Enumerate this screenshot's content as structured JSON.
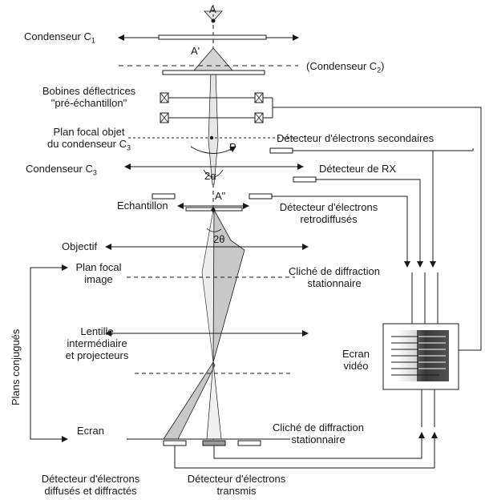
{
  "labels": {
    "point_a": "A",
    "condenseur_c1": "Condenseur C",
    "condenseur_c1_sub": "1",
    "point_a_prime": "A'",
    "condenseur_c2": "(Condenseur C",
    "condenseur_c2_sub": "2",
    "condenseur_c2_close": ")",
    "bobines_line1": "Bobines déflectrices",
    "bobines_line2": "\"pré-échantillon\"",
    "plan_focal_objet_line1": "Plan focal objet",
    "plan_focal_objet_line2": "du condenseur C",
    "plan_focal_objet_sub": "3",
    "point_p": "P",
    "detecteur_secondaires": "Détecteur d'électrons secondaires",
    "condenseur_c3": "Condenseur C",
    "condenseur_c3_sub": "3",
    "two_alpha": "2α",
    "detecteur_rx": "Détecteur de RX",
    "point_a_double": "A\"",
    "echantillon": "Echantillon",
    "retrodiffuses_line1": "Détecteur d'électrons",
    "retrodiffuses_line2": "retrodiffusés",
    "two_theta": "2θ",
    "objectif": "Objectif",
    "plan_focal_image_line1": "Plan focal",
    "plan_focal_image_line2": "image",
    "cliche_1_line1": "Cliché de diffraction",
    "cliche_1_line2": "stationnaire",
    "plans_conjugues": "Plans conjugués",
    "lentille_line1": "Lentille",
    "lentille_line2": "intermédiaire",
    "lentille_line3": "et projecteurs",
    "ecran_video_line1": "Ecran",
    "ecran_video_line2": "vidéo",
    "ecran": "Ecran",
    "cliche_2_line1": "Cliché de diffraction",
    "cliche_2_line2": "stationnaire",
    "det_diffuses_line1": "Détecteur d'électrons",
    "det_diffuses_line2": "diffusés et diffractés",
    "det_transmis_line1": "Détecteur d'électrons",
    "det_transmis_line2": "transmis"
  },
  "colors": {
    "ink": "#1a1a1a",
    "beam_fill": "#d4d4d4",
    "detector_fill": "#9a9a9a",
    "screen_dark": "#2a2a2a"
  }
}
